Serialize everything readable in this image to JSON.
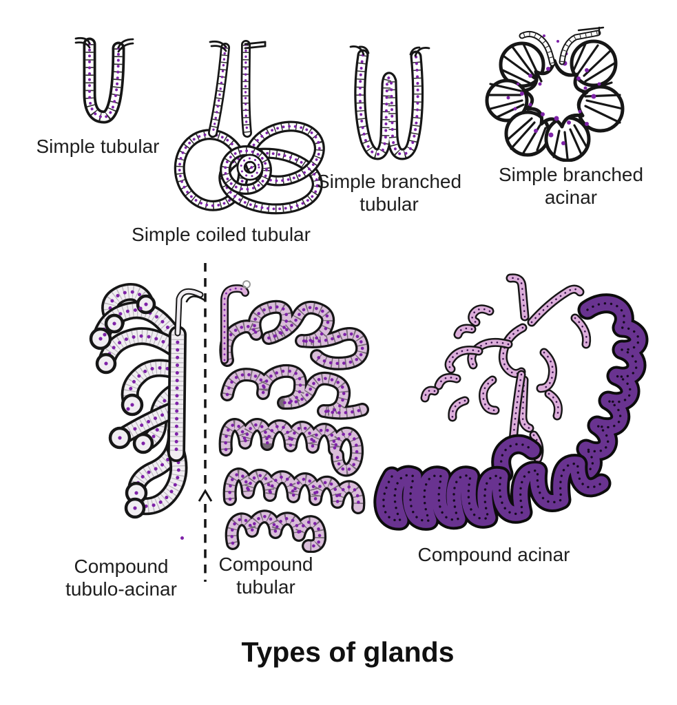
{
  "title": "Types of glands",
  "colors": {
    "background": "#ffffff",
    "ink": "#161616",
    "label": "#1e1e1e",
    "dot-purple": "#7e22a8",
    "lilac": "#d9bed9",
    "pink-duct": "#dcaeda",
    "dark-purple": "#693390",
    "pale-gland": "#f0edf1",
    "tick-gray": "#a5a0a8"
  },
  "glands": {
    "simple_tubular": {
      "label_lines": [
        "Simple tubular"
      ]
    },
    "simple_coiled_tubular": {
      "label_lines": [
        "Simple coiled tubular"
      ]
    },
    "simple_branched_tubular": {
      "label_lines": [
        "Simple branched",
        "tubular"
      ]
    },
    "simple_branched_acinar": {
      "label_lines": [
        "Simple branched",
        "acinar"
      ]
    },
    "compound_tubulo_acinar": {
      "label_lines": [
        "Compound",
        "tubulo-acinar"
      ]
    },
    "compound_tubular": {
      "label_lines": [
        "Compound",
        "tubular"
      ]
    },
    "compound_acinar": {
      "label_lines": [
        "Compound acinar"
      ]
    }
  }
}
